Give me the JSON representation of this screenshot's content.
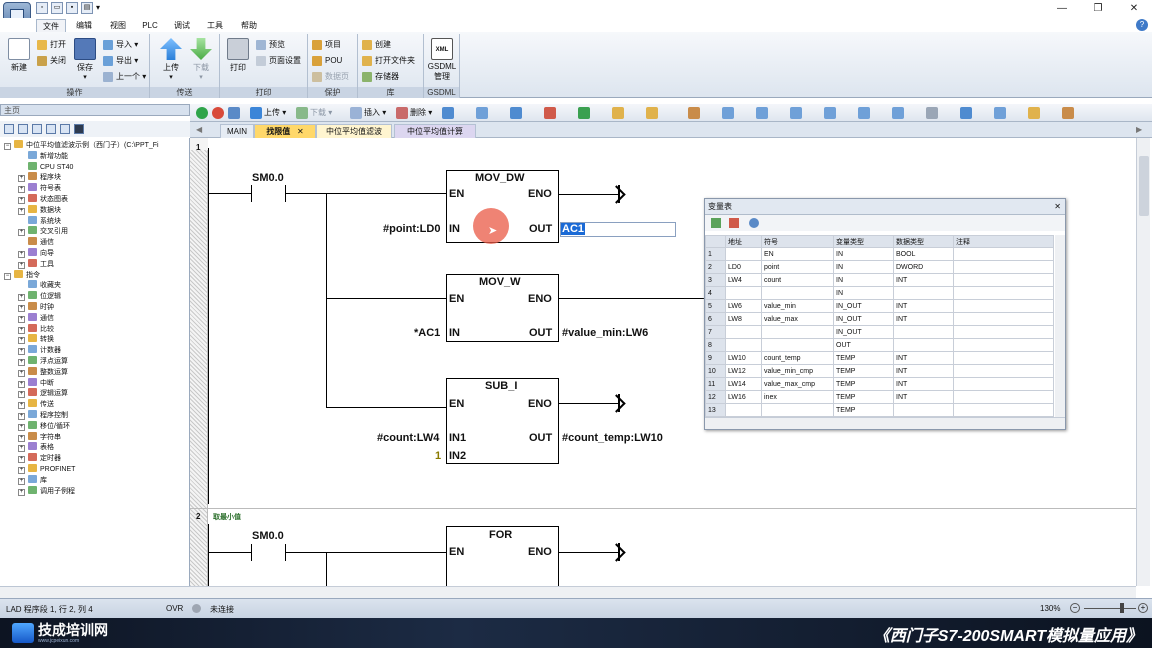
{
  "title_bar": {
    "window_controls": [
      "—",
      "❐",
      "✕"
    ],
    "help": "?"
  },
  "ribbon_tabs": [
    "文件",
    "编辑",
    "视图",
    "PLC",
    "调试",
    "工具",
    "帮助"
  ],
  "ribbon": {
    "groups": [
      {
        "caption": "操作",
        "big": [
          "新建",
          "保存"
        ],
        "small": [
          "打开",
          "关闭",
          "导入",
          "导出",
          "上一个"
        ]
      },
      {
        "caption": "传送",
        "big": [
          "上传",
          "下载"
        ]
      },
      {
        "caption": "打印",
        "big": [
          "打印"
        ],
        "small": [
          "预览",
          "页面设置"
        ]
      },
      {
        "caption": "保护",
        "small": [
          "项目",
          "POU",
          "数据页"
        ]
      },
      {
        "caption": "库",
        "small": [
          "创建",
          "打开文件夹",
          "存储器"
        ]
      },
      {
        "caption": "GSDML",
        "big": [
          "GSDML管理"
        ]
      }
    ]
  },
  "sidebar": {
    "header": "主页",
    "tree": [
      {
        "label": "中位平均值滤波示例（西门子）(C:\\PPT_Fi",
        "level": 0,
        "pm": "−"
      },
      {
        "label": "新增功能",
        "level": 1
      },
      {
        "label": "CPU ST40",
        "level": 1
      },
      {
        "label": "程序块",
        "level": 1,
        "pm": "+"
      },
      {
        "label": "符号表",
        "level": 1,
        "pm": "+"
      },
      {
        "label": "状态图表",
        "level": 1,
        "pm": "+"
      },
      {
        "label": "数据块",
        "level": 1,
        "pm": "+"
      },
      {
        "label": "系统块",
        "level": 1
      },
      {
        "label": "交叉引用",
        "level": 1,
        "pm": "+"
      },
      {
        "label": "通信",
        "level": 1
      },
      {
        "label": "向导",
        "level": 1,
        "pm": "+"
      },
      {
        "label": "工具",
        "level": 1,
        "pm": "+"
      },
      {
        "label": "指令",
        "level": 0,
        "pm": "−"
      },
      {
        "label": "收藏夹",
        "level": 1
      },
      {
        "label": "位逻辑",
        "level": 1,
        "pm": "+"
      },
      {
        "label": "时钟",
        "level": 1,
        "pm": "+"
      },
      {
        "label": "通信",
        "level": 1,
        "pm": "+"
      },
      {
        "label": "比较",
        "level": 1,
        "pm": "+"
      },
      {
        "label": "转换",
        "level": 1,
        "pm": "+"
      },
      {
        "label": "计数器",
        "level": 1,
        "pm": "+"
      },
      {
        "label": "浮点运算",
        "level": 1,
        "pm": "+"
      },
      {
        "label": "整数运算",
        "level": 1,
        "pm": "+"
      },
      {
        "label": "中断",
        "level": 1,
        "pm": "+"
      },
      {
        "label": "逻辑运算",
        "level": 1,
        "pm": "+"
      },
      {
        "label": "传送",
        "level": 1,
        "pm": "+"
      },
      {
        "label": "程序控制",
        "level": 1,
        "pm": "+"
      },
      {
        "label": "移位/循环",
        "level": 1,
        "pm": "+"
      },
      {
        "label": "字符串",
        "level": 1,
        "pm": "+"
      },
      {
        "label": "表格",
        "level": 1,
        "pm": "+"
      },
      {
        "label": "定时器",
        "level": 1,
        "pm": "+"
      },
      {
        "label": "PROFINET",
        "level": 1,
        "pm": "+"
      },
      {
        "label": "库",
        "level": 1,
        "pm": "+"
      },
      {
        "label": "调用子例程",
        "level": 1,
        "pm": "+"
      }
    ]
  },
  "editor_toolbar": {
    "upload": "上传",
    "download": "下载",
    "insert": "插入",
    "delete": "删除"
  },
  "doc_tabs": [
    "MAIN",
    "找限值",
    "中位平均值滤波",
    "中位平均值计算"
  ],
  "ladder": {
    "network1": {
      "number": "1",
      "contact": "SM0.0",
      "blocks": [
        {
          "name": "MOV_DW",
          "en": "EN",
          "eno": "ENO",
          "inputs": [
            [
              "#point:LD0",
              "IN"
            ]
          ],
          "outputs": [
            [
              "OUT",
              "AC1"
            ]
          ]
        },
        {
          "name": "MOV_W",
          "en": "EN",
          "eno": "ENO",
          "inputs": [
            [
              "*AC1",
              "IN"
            ]
          ],
          "outputs": [
            [
              "OUT",
              "#value_min:LW6"
            ]
          ]
        },
        {
          "name": "SUB_I",
          "en": "EN",
          "eno": "ENO",
          "inputs": [
            [
              "#count:LW4",
              "IN1"
            ],
            [
              "1",
              "IN2"
            ]
          ],
          "outputs": [
            [
              "OUT",
              "#count_temp:LW10"
            ]
          ]
        }
      ]
    },
    "network2": {
      "number": "2",
      "comment": "取最小值",
      "contact": "SM0.0",
      "blocks": [
        {
          "name": "FOR",
          "en": "EN",
          "eno": "ENO"
        }
      ]
    }
  },
  "var_table": {
    "title": "变量表",
    "columns": [
      "",
      "地址",
      "符号",
      "变量类型",
      "数据类型",
      "注释"
    ],
    "rows": [
      [
        "1",
        "",
        "EN",
        "IN",
        "BOOL",
        ""
      ],
      [
        "2",
        "LD0",
        "point",
        "IN",
        "DWORD",
        ""
      ],
      [
        "3",
        "LW4",
        "count",
        "IN",
        "INT",
        ""
      ],
      [
        "4",
        "",
        "",
        "IN",
        "",
        ""
      ],
      [
        "5",
        "LW6",
        "value_min",
        "IN_OUT",
        "INT",
        ""
      ],
      [
        "6",
        "LW8",
        "value_max",
        "IN_OUT",
        "INT",
        ""
      ],
      [
        "7",
        "",
        "",
        "IN_OUT",
        "",
        ""
      ],
      [
        "8",
        "",
        "",
        "OUT",
        "",
        ""
      ],
      [
        "9",
        "LW10",
        "count_temp",
        "TEMP",
        "INT",
        ""
      ],
      [
        "10",
        "LW12",
        "value_min_cmp",
        "TEMP",
        "INT",
        ""
      ],
      [
        "11",
        "LW14",
        "value_max_cmp",
        "TEMP",
        "INT",
        ""
      ],
      [
        "12",
        "LW16",
        "inex",
        "TEMP",
        "INT",
        ""
      ],
      [
        "13",
        "",
        "",
        "TEMP",
        "",
        ""
      ]
    ]
  },
  "status": {
    "position": "LAD 程序段 1, 行 2, 列 4",
    "mode": "OVR",
    "connection": "未连接",
    "zoom": "130%"
  },
  "footer": {
    "brand": "技成培训网",
    "brand_sub": "www.jcpeixun.com",
    "course": "《西门子S7-200SMART模拟量应用》"
  }
}
